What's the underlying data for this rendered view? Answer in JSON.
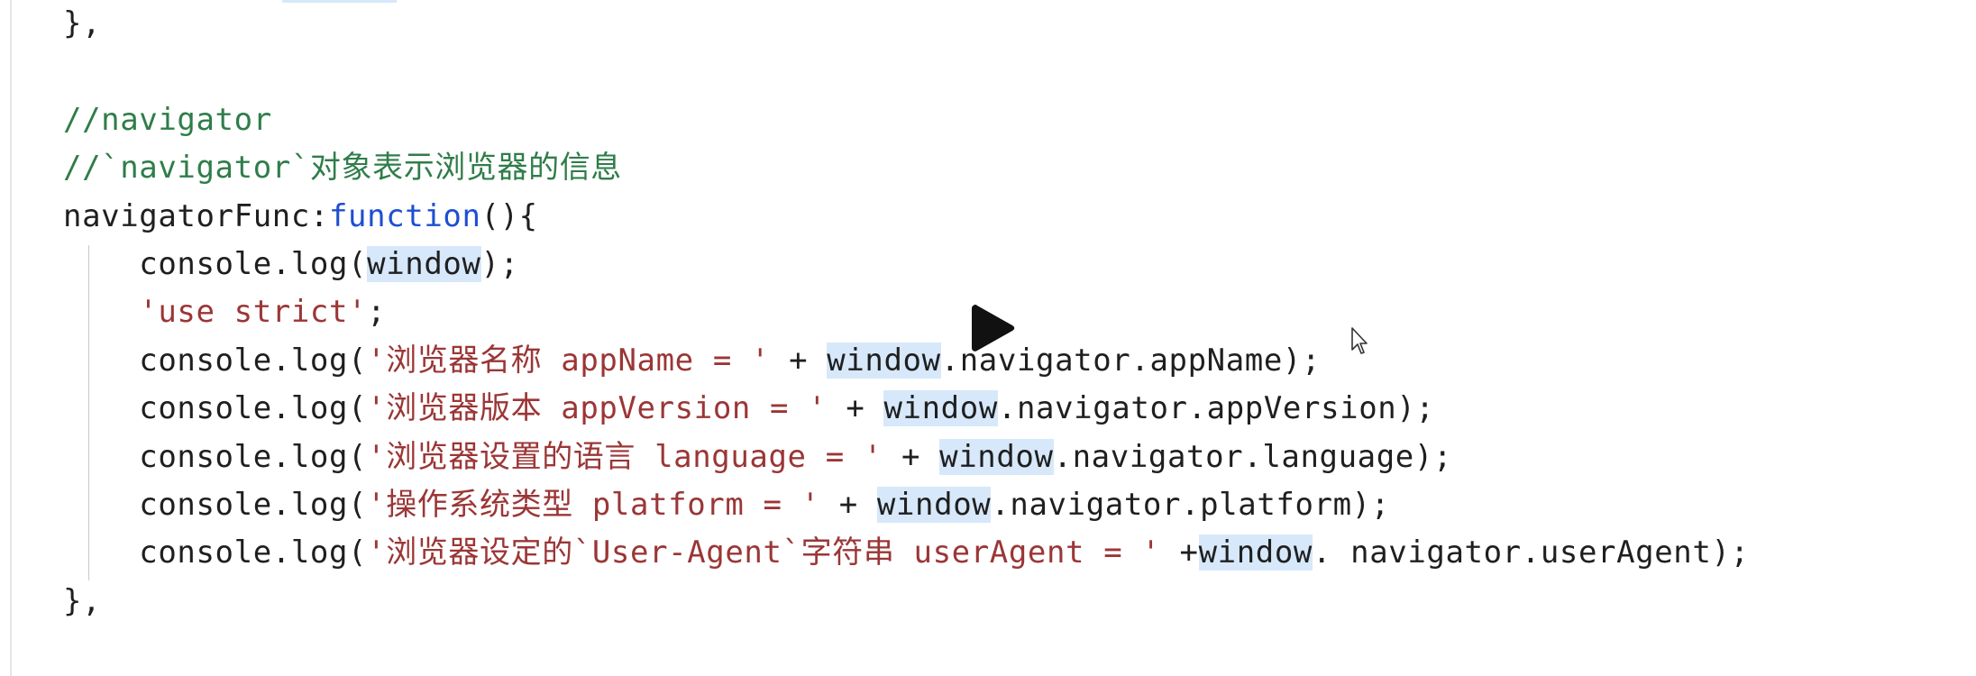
{
  "editor": {
    "colors": {
      "background": "#ffffff",
      "default_text": "#1f1f1f",
      "comment": "#2f7d4a",
      "keyword": "#1d4fd1",
      "string": "#9b3636",
      "highlight": "#d7e8fb"
    },
    "overlay_icons": [
      "play-icon",
      "mouse-pointer-icon"
    ],
    "lines": [
      {
        "tokens": [
          {
            "text": "},",
            "type": "default"
          }
        ]
      },
      {
        "tokens": []
      },
      {
        "tokens": [
          {
            "text": "//navigator",
            "type": "comment"
          }
        ]
      },
      {
        "tokens": [
          {
            "text": "//`navigator`对象表示浏览器的信息",
            "type": "comment"
          }
        ]
      },
      {
        "tokens": [
          {
            "text": "navigatorFunc:",
            "type": "default"
          },
          {
            "text": "function",
            "type": "keyword"
          },
          {
            "text": "(){",
            "type": "default"
          }
        ]
      },
      {
        "tokens": [
          {
            "text": "    console.log(",
            "type": "default"
          },
          {
            "text": "window",
            "type": "default",
            "hl": true
          },
          {
            "text": ");",
            "type": "default"
          }
        ]
      },
      {
        "tokens": [
          {
            "text": "    ",
            "type": "default"
          },
          {
            "text": "'use strict'",
            "type": "string"
          },
          {
            "text": ";",
            "type": "default"
          }
        ]
      },
      {
        "tokens": [
          {
            "text": "    console.log(",
            "type": "default"
          },
          {
            "text": "'浏览器名称 appName = '",
            "type": "string"
          },
          {
            "text": " + ",
            "type": "default"
          },
          {
            "text": "window",
            "type": "default",
            "hl": true
          },
          {
            "text": ".navigator.appName);",
            "type": "default"
          }
        ]
      },
      {
        "tokens": [
          {
            "text": "    console.log(",
            "type": "default"
          },
          {
            "text": "'浏览器版本 appVersion = '",
            "type": "string"
          },
          {
            "text": " + ",
            "type": "default"
          },
          {
            "text": "window",
            "type": "default",
            "hl": true
          },
          {
            "text": ".navigator.appVersion);",
            "type": "default"
          }
        ]
      },
      {
        "tokens": [
          {
            "text": "    console.log(",
            "type": "default"
          },
          {
            "text": "'浏览器设置的语言 language = '",
            "type": "string"
          },
          {
            "text": " + ",
            "type": "default"
          },
          {
            "text": "window",
            "type": "default",
            "hl": true
          },
          {
            "text": ".navigator.language);",
            "type": "default"
          }
        ]
      },
      {
        "tokens": [
          {
            "text": "    console.log(",
            "type": "default"
          },
          {
            "text": "'操作系统类型 platform = '",
            "type": "string"
          },
          {
            "text": " + ",
            "type": "default"
          },
          {
            "text": "window",
            "type": "default",
            "hl": true
          },
          {
            "text": ".navigator.platform);",
            "type": "default"
          }
        ]
      },
      {
        "tokens": [
          {
            "text": "    console.log(",
            "type": "default"
          },
          {
            "text": "'浏览器设定的`User-Agent`字符串 userAgent = '",
            "type": "string"
          },
          {
            "text": " +",
            "type": "default"
          },
          {
            "text": "window",
            "type": "default",
            "hl": true
          },
          {
            "text": ". navigator.userAgent);",
            "type": "default"
          }
        ]
      },
      {
        "tokens": [
          {
            "text": "},",
            "type": "default"
          }
        ]
      }
    ]
  }
}
